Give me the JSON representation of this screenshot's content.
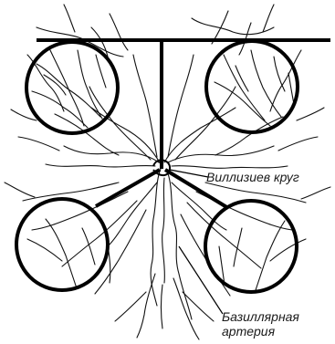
{
  "labels": {
    "willis_circle": "Виллизиев круг",
    "basilar_artery_line1": "Базиллярная",
    "basilar_artery_line2": "артерия"
  }
}
